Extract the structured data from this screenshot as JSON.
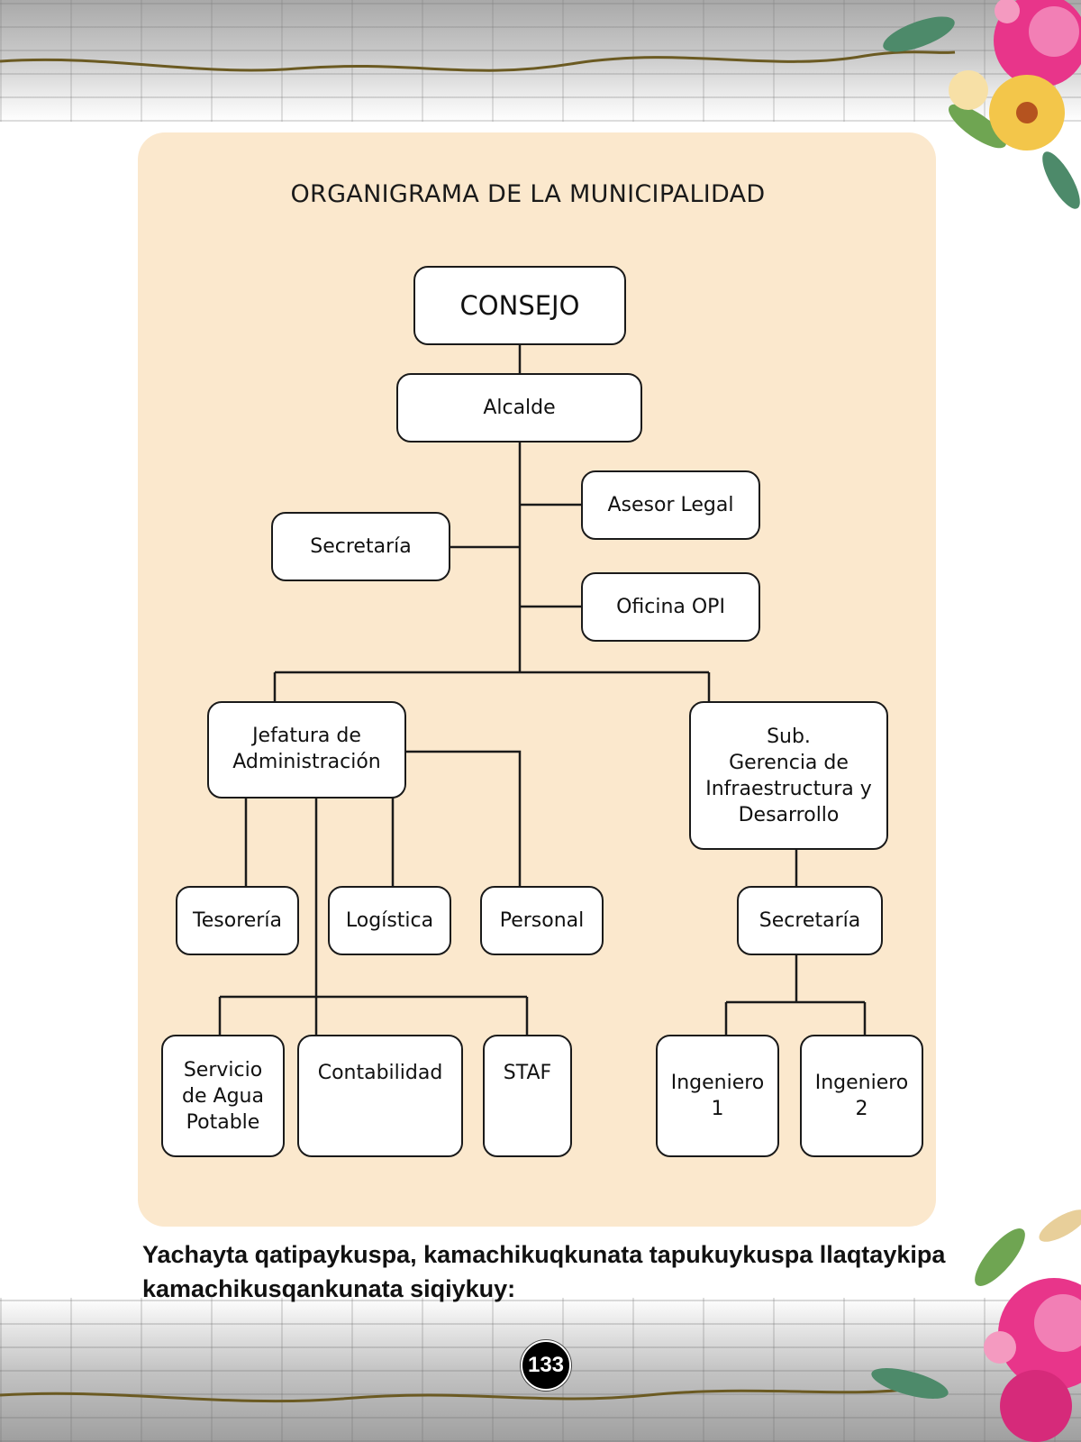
{
  "title": "ORGANIGRAMA DE LA MUNICIPALIDAD",
  "nodes": {
    "consejo": "CONSEJO",
    "alcalde": "Alcalde",
    "asesor_legal": "Asesor Legal",
    "secretaria_main": "Secretaría",
    "oficina_opi": "Oficina OPI",
    "jefatura_admin": "Jefatura de\nAdministración",
    "sub_gerencia": "Sub.\nGerencia de\nInfraestructura y\nDesarrollo",
    "tesoreria": "Tesorería",
    "logistica": "Logística",
    "personal": "Personal",
    "secretaria_sub": "Secretaría",
    "servicio_agua": "Servicio\nde Agua\nPotable",
    "contabilidad": "Contabilidad",
    "staf": "STAF",
    "ingeniero_1": "Ingeniero\n1",
    "ingeniero_2": "Ingeniero\n2"
  },
  "caption": "Yachayta qatipaykuspa, kamachikuqkunata tapukuykuspa llaqtaykipa kamachikusqankunata siqiykuy:",
  "page_number": "133",
  "colors": {
    "panel": "#fbe8cd",
    "box_border": "#1a1a1a",
    "vine": "#6b5a22",
    "flower_pink": "#e8358a",
    "flower_yellow": "#f3c64a",
    "leaf_green": "#4d8a6a"
  }
}
